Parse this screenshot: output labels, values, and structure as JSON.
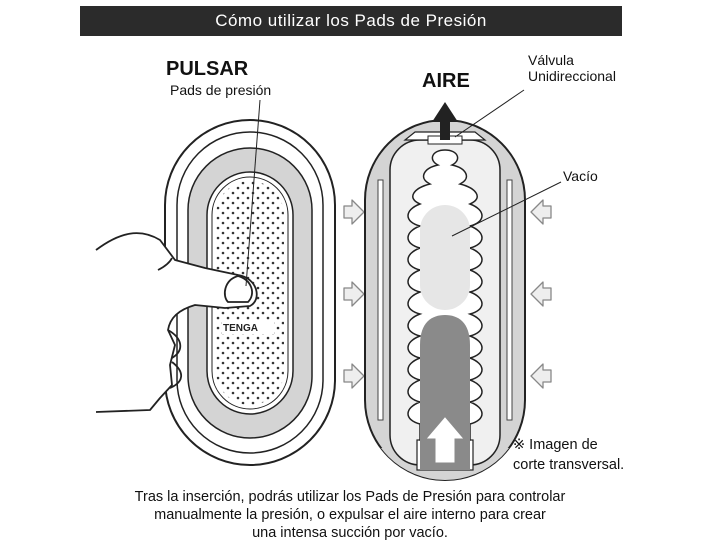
{
  "header": {
    "title": "Cómo utilizar los Pads de Presión"
  },
  "left_device": {
    "action_label": "PULSAR",
    "pads_label": "Pads de presión",
    "brand_logo": "TENGA"
  },
  "right_device": {
    "air_label": "AIRE",
    "valve_label_line1": "Válvula",
    "valve_label_line2": "Unidireccional",
    "vacuum_label": "Vacío",
    "note_line1": "※ Imagen de",
    "note_line2": "corte transversal."
  },
  "caption": {
    "line1": "Tras la inserción, podrás utilizar los Pads de Presión para controlar",
    "line2": "manualmente la presión, o expulsar el aire interno para crear",
    "line3": "una intensa succión por vacío."
  },
  "icons": [
    "hand-finger-icon",
    "pressure-arrow-icon",
    "air-arrow-up-icon"
  ],
  "colors": {
    "title_bg": "#2b2b2b",
    "device_gray": "#d4d4d4",
    "vacuum_gray": "#e6e6e6",
    "dark_gray": "#8a8a8a"
  }
}
